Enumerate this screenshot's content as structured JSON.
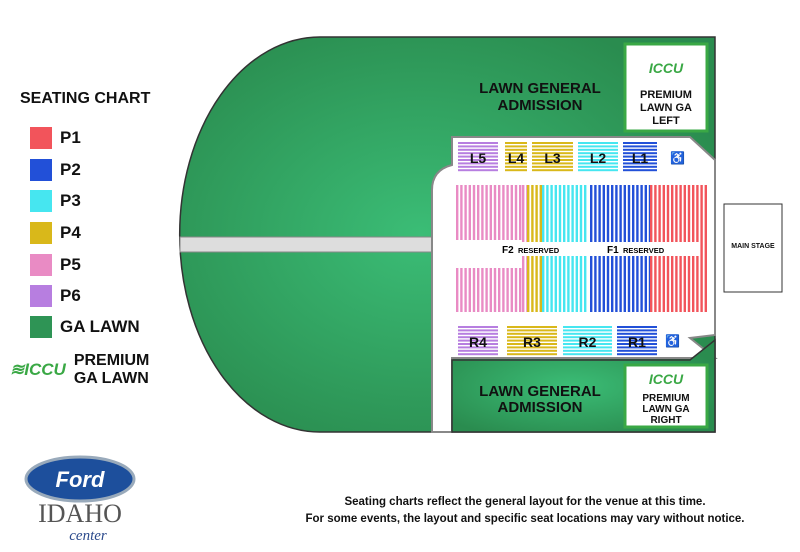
{
  "legend": {
    "title": "SEATING CHART",
    "items": [
      {
        "label": "P1",
        "color": "#f2545b"
      },
      {
        "label": "P2",
        "color": "#2250d8"
      },
      {
        "label": "P3",
        "color": "#46e6f0"
      },
      {
        "label": "P4",
        "color": "#d9b81a"
      },
      {
        "label": "P5",
        "color": "#e98bc4"
      },
      {
        "label": "P6",
        "color": "#b77ee0"
      },
      {
        "label": "GA LAWN",
        "color": "#2e9455"
      }
    ],
    "premium_label_1": "PREMIUM",
    "premium_label_2": "GA LAWN",
    "premium_logo_text": "ICCU"
  },
  "map": {
    "lawn_top_1": "LAWN GENERAL",
    "lawn_top_2": "ADMISSION",
    "lawn_bottom_1": "LAWN GENERAL",
    "lawn_bottom_2": "ADMISSION",
    "premium_left": {
      "logo": "ICCU",
      "l1": "PREMIUM",
      "l2": "LAWN GA",
      "l3": "LEFT"
    },
    "premium_right": {
      "logo": "ICCU",
      "l1": "PREMIUM",
      "l2": "LAWN GA",
      "l3": "RIGHT"
    },
    "left_sections": [
      "L5",
      "L4",
      "L3",
      "L2",
      "L1"
    ],
    "right_sections": [
      "R4",
      "R3",
      "R2",
      "R1"
    ],
    "floor_f2": "F2",
    "floor_f1": "F1",
    "reserved": "RESERVED",
    "main_stage": "MAIN STAGE",
    "wheelchair_icon": "wheelchair-icon"
  },
  "logo": {
    "brand": "Ford",
    "line1": "IDAHO",
    "line2": "center"
  },
  "note": {
    "line1": "Seating charts reflect the general layout for the venue at this time.",
    "line2": "For some events, the layout and specific seat locations may vary without notice."
  }
}
